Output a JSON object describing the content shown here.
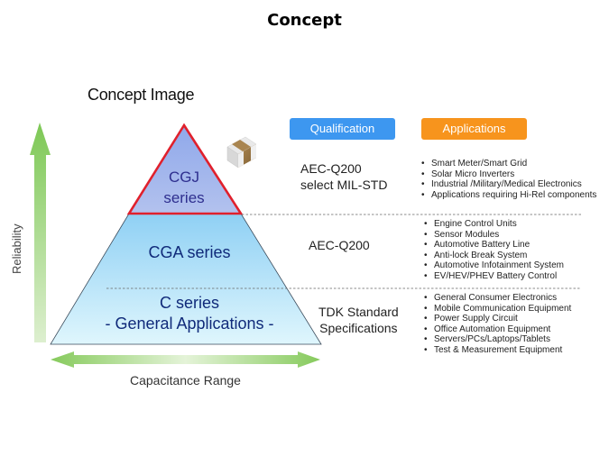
{
  "slide": {
    "title": "Concept",
    "subtitle": "Concept Image"
  },
  "axes": {
    "vertical_label": "Reliability",
    "horizontal_label": "Capacitance Range"
  },
  "colors": {
    "qualification_header": "#3d97f0",
    "applications_header": "#f7941d",
    "cgj_outline": "#e0202c",
    "arrow_green": "#7dc855",
    "tier_text": "#102a7a"
  },
  "headers": {
    "qualification": "Qualification",
    "applications": "Applications"
  },
  "tiers": [
    {
      "id": "cgj",
      "label_lines": [
        "CGJ",
        "series"
      ],
      "qualification_lines": [
        "AEC-Q200",
        "select MIL-STD"
      ],
      "applications": [
        "Smart Meter/Smart Grid",
        "Solar Micro Inverters",
        "Industrial /Military/Medical Electronics",
        "Applications requiring Hi-Rel components"
      ]
    },
    {
      "id": "cga",
      "label_lines": [
        "CGA series"
      ],
      "qualification_lines": [
        "AEC-Q200"
      ],
      "applications": [
        "Engine Control Units",
        "Sensor Modules",
        "Automotive Battery Line",
        "Anti-lock Break System",
        "Automotive Infotainment System",
        "EV/HEV/PHEV Battery Control"
      ]
    },
    {
      "id": "c",
      "label_lines": [
        "C series",
        "- General Applications -"
      ],
      "qualification_lines": [
        "TDK Standard",
        "Specifications"
      ],
      "applications": [
        "General Consumer Electronics",
        "Mobile  Communication Equipment",
        "Power Supply Circuit",
        "Office Automation Equipment",
        "Servers/PCs/Laptops/Tablets",
        "Test & Measurement Equipment"
      ]
    }
  ],
  "icons": {
    "capacitor": "mlcc-chip-icon"
  }
}
